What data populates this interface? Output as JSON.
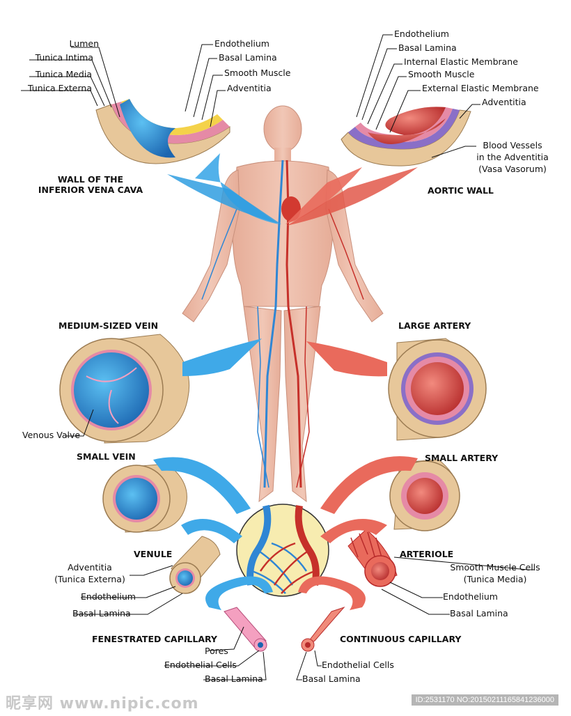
{
  "colors": {
    "vein": "#2f9ee0",
    "vein_dark": "#1b5fa8",
    "artery": "#e2584a",
    "artery_dark": "#b82b2b",
    "adventitia": "#e7c79a",
    "media_pink": "#e58aa6",
    "elastic_purple": "#8a6fc7",
    "body_skin": "#e9b7a3",
    "capillary_bg": "#f7ecb0"
  },
  "top_left": {
    "title": "WALL OF THE\nINFERIOR VENA CAVA",
    "labels": [
      "Lumen",
      "Tunica Intima",
      "Tunica Media",
      "Tunica Externa",
      "Endothelium",
      "Basal Lamina",
      "Smooth Muscle",
      "Adventitia"
    ]
  },
  "top_right": {
    "title": "AORTIC WALL",
    "labels": [
      "Endothelium",
      "Basal Lamina",
      "Internal Elastic Membrane",
      "Smooth Muscle",
      "External Elastic Membrane",
      "Adventitia",
      "Blood Vessels\nin the Adventitia\n(Vasa Vasorum)"
    ]
  },
  "middle": {
    "medium_vein": "MEDIUM-SIZED VEIN",
    "venous_valve": "Venous Valve",
    "large_artery": "LARGE ARTERY",
    "small_vein": "SMALL VEIN",
    "small_artery": "SMALL ARTERY"
  },
  "venule": {
    "title": "VENULE",
    "labels": [
      "Adventitia\n(Tunica Externa)",
      "Endothelium",
      "Basal Lamina"
    ]
  },
  "arteriole": {
    "title": "ARTERIOLE",
    "labels": [
      "Smooth Muscle Cells\n(Tunica Media)",
      "Endothelium",
      "Basal Lamina"
    ]
  },
  "fenestrated": {
    "title": "FENESTRATED CAPILLARY",
    "labels": [
      "Pores",
      "Endothelial Cells",
      "Basal Lamina"
    ]
  },
  "continuous": {
    "title": "CONTINUOUS CAPILLARY",
    "labels": [
      "Endothelial Cells",
      "Basal Lamina"
    ]
  },
  "watermark": {
    "site": "昵享网 www.nipic.com",
    "id": "ID:2531170 NO:20150211165841236000"
  }
}
